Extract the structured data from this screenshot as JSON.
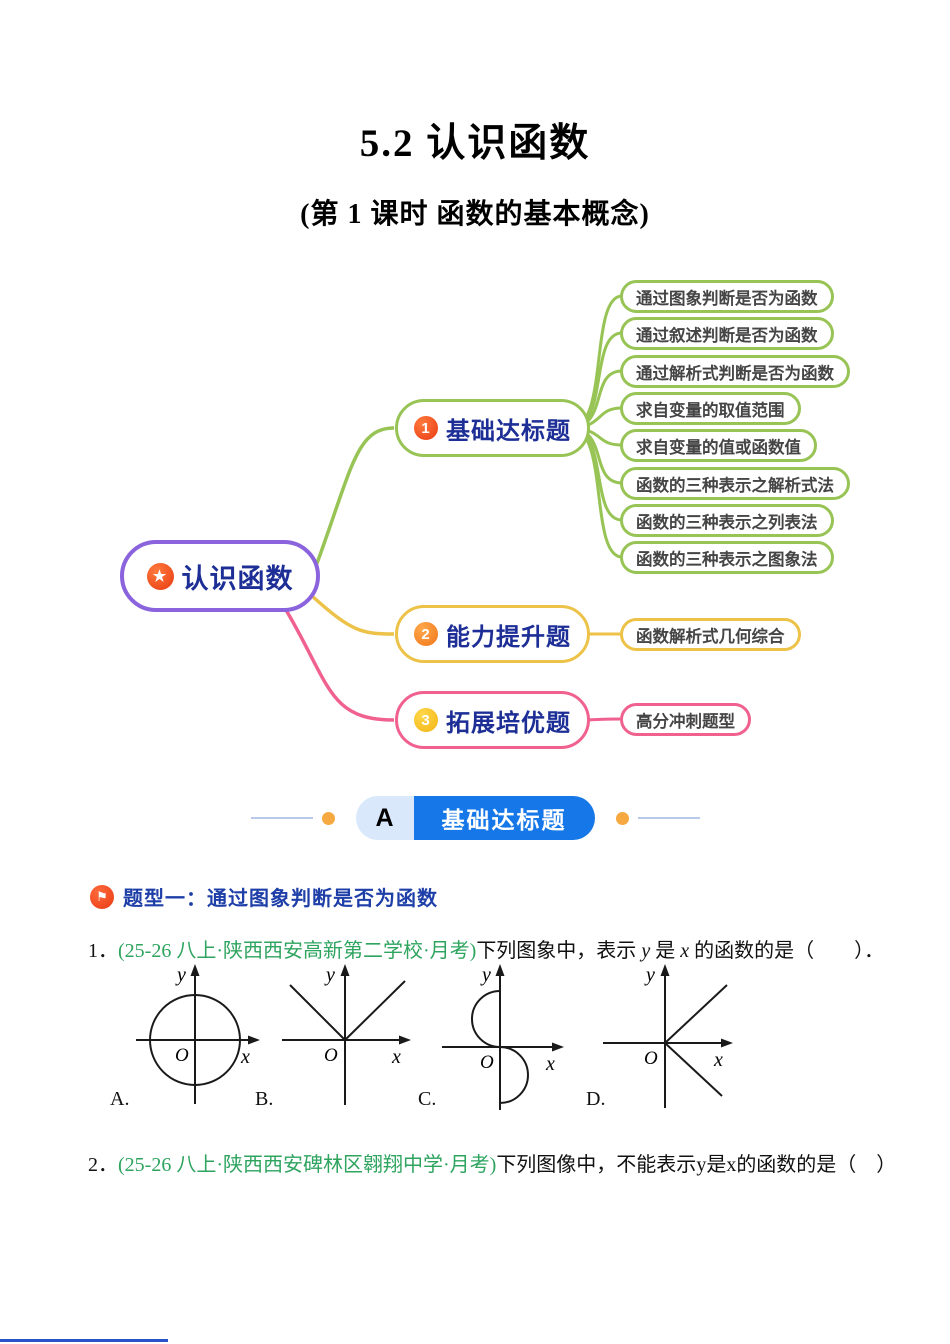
{
  "page": {
    "title": "5.2  认识函数",
    "subtitle": "(第 1 课时  函数的基本概念)"
  },
  "mindmap": {
    "root": {
      "label": "认识函数",
      "icon": "star-icon",
      "border_color": "#8a63dd",
      "text_color": "#1d2f96"
    },
    "branches": [
      {
        "num": "1",
        "label": "基础达标题",
        "color": "#97c455",
        "badge_color": "#e8431c",
        "children": [
          "通过图象判断是否为函数",
          "通过叙述判断是否为函数",
          "通过解析式判断是否为函数",
          "求自变量的取值范围",
          "求自变量的值或函数值",
          "函数的三种表示之解析式法",
          "函数的三种表示之列表法",
          "函数的三种表示之图象法"
        ]
      },
      {
        "num": "2",
        "label": "能力提升题",
        "color": "#ecc248",
        "badge_color": "#f58a1d",
        "children": [
          "函数解析式几何综合"
        ]
      },
      {
        "num": "3",
        "label": "拓展培优题",
        "color": "#f0618f",
        "badge_color": "#f6c51f",
        "children": [
          "高分冲刺题型"
        ]
      }
    ]
  },
  "section": {
    "letter": "A",
    "label": "基础达标题",
    "pill_color": "#1677e8",
    "chip_color": "#d9e8fb",
    "dot_color": "#f7a941"
  },
  "topic": {
    "label": "题型一：通过图象判断是否为函数",
    "icon": "flag-icon"
  },
  "questions": {
    "q1": {
      "number": "1．",
      "source": "(25-26 八上·陕西西安高新第二学校·月考)",
      "text_pre": "下列图象中，表示 ",
      "var1": "y",
      "text_mid": " 是 ",
      "var2": "x",
      "text_post": " 的函数的是（　　）．",
      "options": [
        "A.",
        "B.",
        "C.",
        "D."
      ]
    },
    "q2": {
      "number": "2．",
      "source": "(25-26 八上·陕西西安碑林区翱翔中学·月考)",
      "text_pre": "下列图像中，不能表示",
      "var1": "y",
      "text_mid": "是",
      "var2": "x",
      "text_post": "的函数的是（　）"
    }
  },
  "graphs": {
    "y_label": "y",
    "x_label": "x",
    "origin_label": "O",
    "shapes": [
      "circle-centered-at-origin",
      "v-shape-absolute-value",
      "s-curve-two-semicircles-on-y-axis",
      "two-rays-opening-right"
    ]
  },
  "icons": {
    "root_star": "★",
    "flag": "⚑"
  }
}
